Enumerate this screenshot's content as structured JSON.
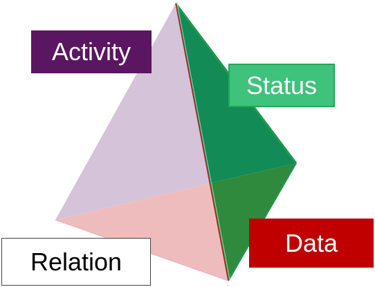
{
  "diagram": {
    "labels": {
      "activity": "Activity",
      "status": "Status",
      "data": "Data",
      "relation": "Relation"
    },
    "colors": {
      "face_left": "#d4c3d9",
      "face_right": "#138b57",
      "face_bottom_left": "#efbcbd",
      "face_bottom_right": "#2f8a3e",
      "edge_green": "#1e9a4c",
      "edge_red": "#b52020",
      "activity_bg": "#5a1660",
      "status_bg": "#3fc27b",
      "data_bg": "#c00000",
      "relation_bg": "#ffffff"
    }
  }
}
